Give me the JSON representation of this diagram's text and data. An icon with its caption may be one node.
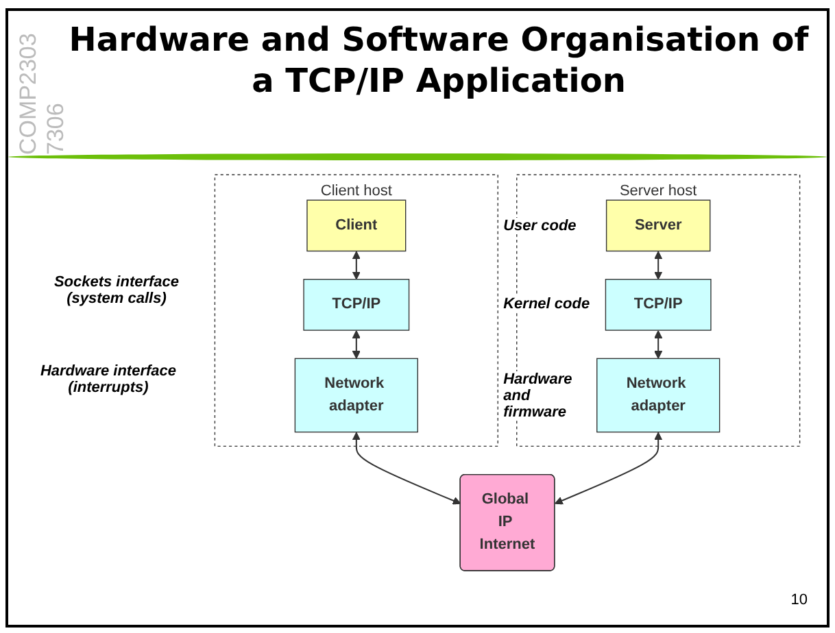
{
  "diagram": {
    "title": "Hardware and Software Organisation of a TCP/IP Application",
    "nodes": [
      {
        "text": [
          "Client host"
        ]
      },
      {
        "text": [
          "Client"
        ],
        "in": 0
      },
      {
        "text": [
          "TCP/IP"
        ],
        "in": 0
      },
      {
        "text": [
          "Network adapter"
        ],
        "in": 0
      },
      {
        "text": [
          "Server host"
        ]
      },
      {
        "text": [
          "Server"
        ],
        "in": 4
      },
      {
        "text": [
          "TCP/IP"
        ],
        "in": 4
      },
      {
        "text": [
          "Network adapter"
        ],
        "in": 4
      },
      {
        "text": [
          "Global IP Internet"
        ]
      }
    ],
    "edges": [
      {
        "from": 1,
        "to": 2,
        "arrow": "both"
      },
      {
        "from": 2,
        "to": 3,
        "arrow": "both"
      },
      {
        "from": 3,
        "to": 8,
        "arrow": "both"
      },
      {
        "from": 5,
        "to": 6,
        "arrow": "both"
      },
      {
        "from": 6,
        "to": 7,
        "arrow": "both"
      },
      {
        "from": 7,
        "to": 8,
        "arrow": "both"
      }
    ],
    "labels": [
      "COMP2303 7306",
      "User code",
      "Sockets interface (system calls)",
      "Kernel code",
      "Hardware interface (interrupts)",
      "Hardware and firmware",
      "10"
    ]
  }
}
